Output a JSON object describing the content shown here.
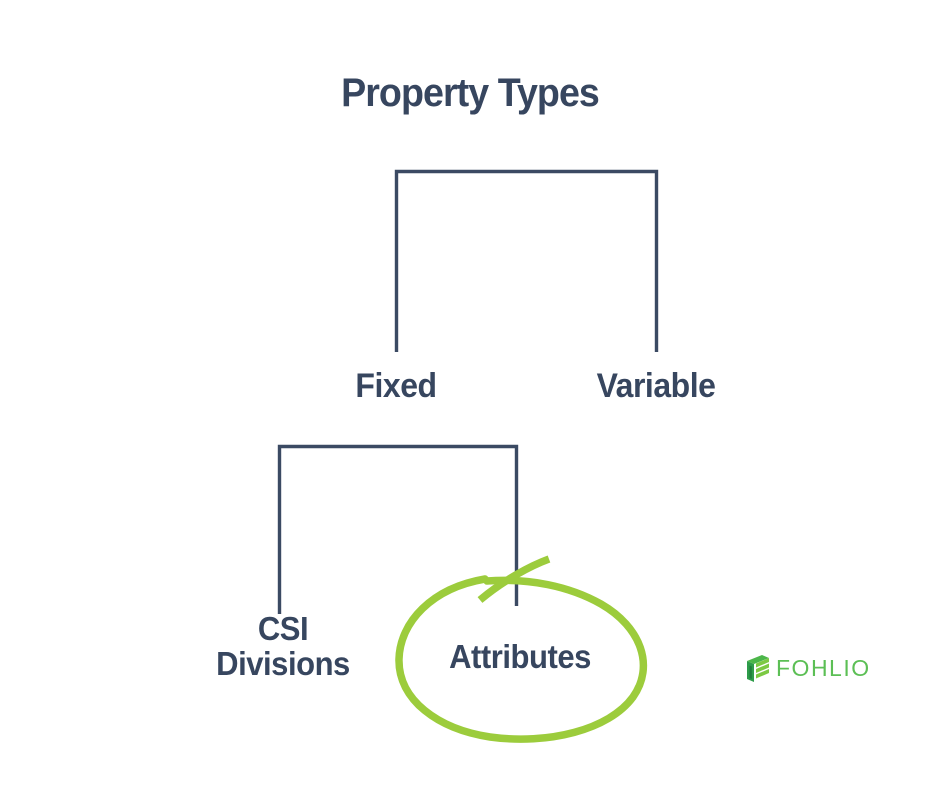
{
  "diagram": {
    "type": "tree",
    "title": "Property Types",
    "nodes": [
      {
        "id": "root",
        "label": "Property Types",
        "level": 0
      },
      {
        "id": "fixed",
        "label": "Fixed",
        "level": 1
      },
      {
        "id": "variable",
        "label": "Variable",
        "level": 1
      },
      {
        "id": "csi",
        "label": "CSI\nDivisions",
        "level": 2
      },
      {
        "id": "attributes",
        "label": "Attributes",
        "level": 2,
        "highlighted": true
      }
    ],
    "edges": [
      {
        "from": "root",
        "to": "fixed"
      },
      {
        "from": "root",
        "to": "variable"
      },
      {
        "from": "fixed",
        "to": "csi"
      },
      {
        "from": "fixed",
        "to": "attributes"
      }
    ],
    "annotation": {
      "kind": "hand-drawn-ellipse",
      "target": "attributes"
    }
  },
  "colors": {
    "text_navy": "#37465f",
    "line_navy": "#3b4a63",
    "highlight_green": "#9ccc3c",
    "logo_green": "#5cbf55",
    "logo_mark_dark_green": "#2e9c4a",
    "background": "#ffffff"
  },
  "logo": {
    "wordmark": "FOHLIO",
    "mark_name": "fohlio-cube-icon"
  }
}
